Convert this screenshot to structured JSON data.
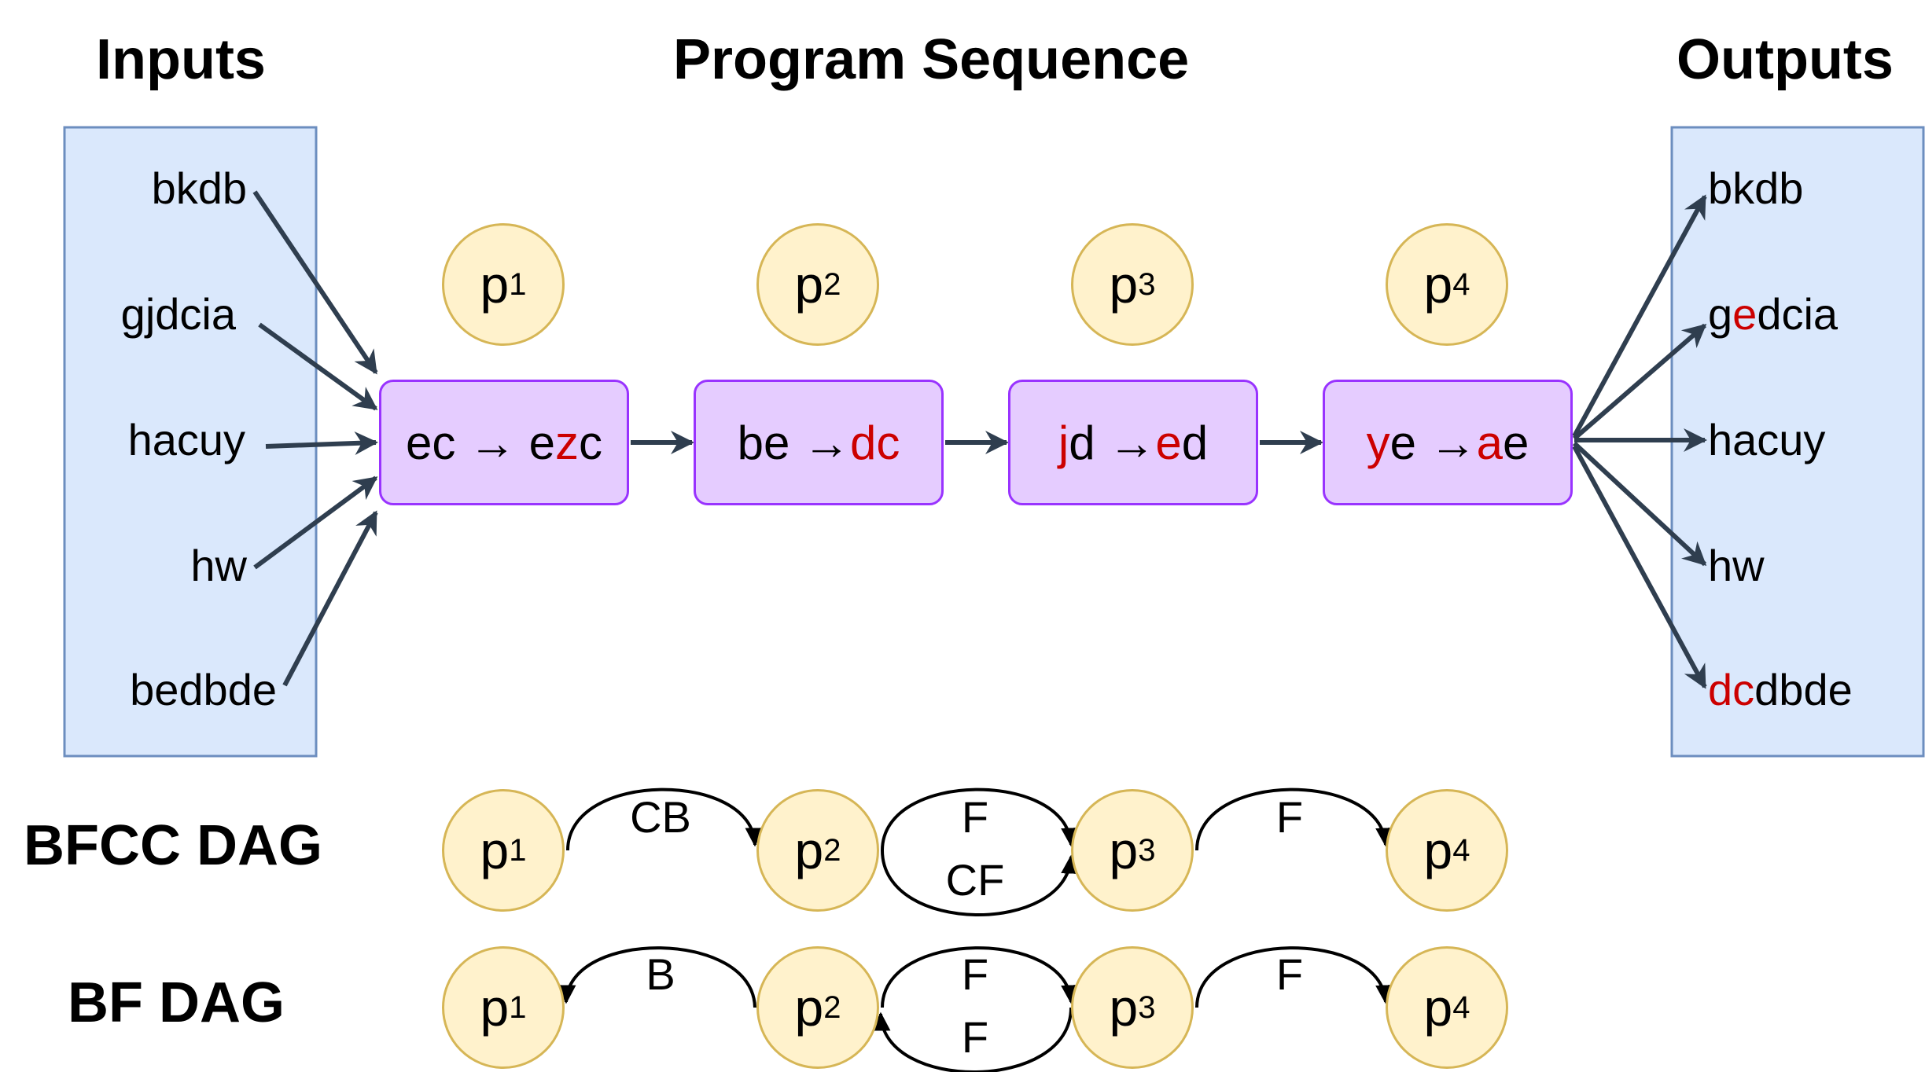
{
  "headers": {
    "inputs": "Inputs",
    "program": "Program Sequence",
    "outputs": "Outputs"
  },
  "inputs": [
    "bkdb",
    "gjdcia",
    "hacuy",
    "hw",
    "bedbde"
  ],
  "outputs": [
    [
      {
        "t": "bkdb",
        "h": false
      }
    ],
    [
      {
        "t": "g",
        "h": false
      },
      {
        "t": "e",
        "h": true
      },
      {
        "t": "dcia",
        "h": false
      }
    ],
    [
      {
        "t": "hacuy",
        "h": false
      }
    ],
    [
      {
        "t": "hw",
        "h": false
      }
    ],
    [
      {
        "t": "dc",
        "h": true
      },
      {
        "t": "dbde",
        "h": false
      }
    ]
  ],
  "program_nodes": [
    "p",
    "p",
    "p",
    "p"
  ],
  "program_subs": [
    "1",
    "2",
    "3",
    "4"
  ],
  "rules": [
    [
      {
        "t": "ec → e",
        "h": false
      },
      {
        "t": "z",
        "h": true
      },
      {
        "t": "c",
        "h": false
      }
    ],
    [
      {
        "t": "be → ",
        "h": false
      },
      {
        "t": "dc",
        "h": true
      }
    ],
    [
      {
        "t": "j",
        "h": true
      },
      {
        "t": "d → ",
        "h": false
      },
      {
        "t": "e",
        "h": true
      },
      {
        "t": "d",
        "h": false
      }
    ],
    [
      {
        "t": "y",
        "h": true
      },
      {
        "t": "e → ",
        "h": false
      },
      {
        "t": "a",
        "h": true
      },
      {
        "t": "e",
        "h": false
      }
    ]
  ],
  "bfcc_dag": {
    "label": "BFCC DAG",
    "edges": {
      "p1_p2_top": "CB",
      "p2_p3_top": "F",
      "p2_p3_bottom": "CF",
      "p3_p4_top": "F"
    }
  },
  "bf_dag": {
    "label": "BF DAG",
    "edges": {
      "p1_p2_top": "B",
      "p2_p3_top": "F",
      "p2_p3_bottom": "F",
      "p3_p4_top": "F"
    }
  },
  "colors": {
    "io_box_fill": "#dae8fc",
    "io_box_stroke": "#6c8ebf",
    "rule_fill": "#e5ccff",
    "rule_stroke": "#9933ff",
    "node_fill": "#fff2cc",
    "node_stroke": "#d6b656",
    "arrow": "#2f3e4f",
    "highlight": "#cc0000"
  }
}
